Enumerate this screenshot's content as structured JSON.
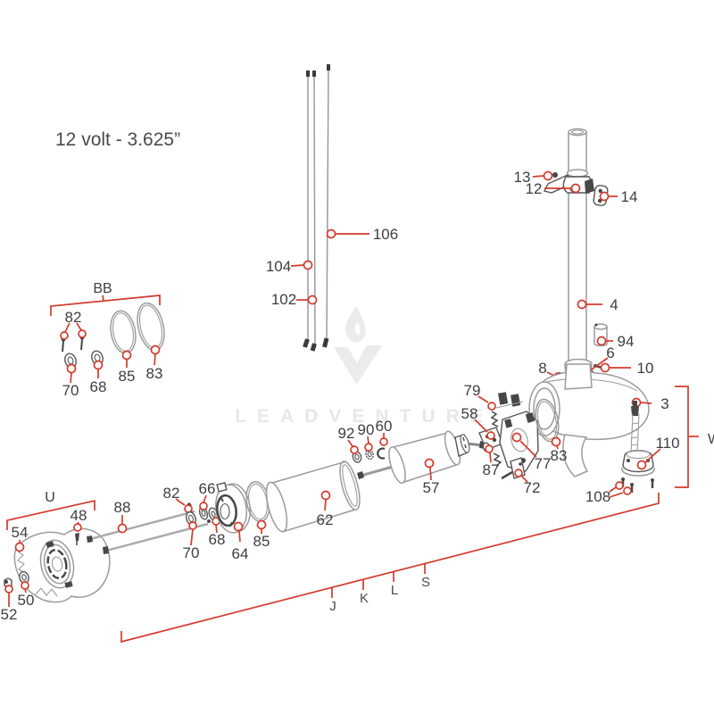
{
  "title": "12 volt - 3.625”",
  "watermark": {
    "text": "LEADVENTURE",
    "logo": "leadventure-flame-v-logo"
  },
  "colors": {
    "callout_red": "#d43b2d",
    "label_text": "#3e3e3e",
    "part_line_gray": "#9b9b9b",
    "part_dark_gray": "#474747",
    "watermark_gray": "#e7e7e7"
  },
  "group_labels": {
    "bb": "BB",
    "u": "U",
    "w": "W"
  },
  "zone_letters": {
    "j": "J",
    "k": "K",
    "l": "L",
    "s": "S"
  },
  "callouts": {
    "c106": "106",
    "c104": "104",
    "c102": "102",
    "c13": "13",
    "c12": "12",
    "c14": "14",
    "c4": "4",
    "c94": "94",
    "c6": "6",
    "c10": "10",
    "c8": "8",
    "c3": "3",
    "c110": "110",
    "c108": "108",
    "bb82": "82",
    "bb70": "70",
    "bb68": "68",
    "bb85": "85",
    "bb83": "83",
    "c54": "54",
    "c48": "48",
    "c88": "88",
    "c50": "50",
    "c52": "52",
    "m82": "82",
    "m66": "66",
    "m70": "70",
    "m68": "68",
    "m64": "64",
    "m85": "85",
    "m62": "62",
    "c92": "92",
    "c90": "90",
    "c60": "60",
    "c57": "57",
    "c58": "58",
    "c79": "79",
    "c87": "87",
    "c77": "77",
    "c72": "72",
    "m83": "83"
  }
}
